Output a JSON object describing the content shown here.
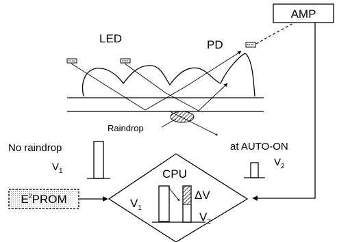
{
  "labels": {
    "led": "LED",
    "pd": "PD",
    "amp": "AMP",
    "raindrop": "Raindrop",
    "no_raindrop": "No raindrop",
    "v1_main": "V",
    "v1_sub": "1",
    "auto_on": "at AUTO-ON",
    "v2_main": "V",
    "v2_sub": "2",
    "cpu": "CPU",
    "delta_v": "ΔV",
    "eeprom_prefix": "E",
    "eeprom_sup": "2",
    "eeprom_suffix": "PROM",
    "cpu_v1_main": "V",
    "cpu_v1_sub": "1",
    "cpu_v2_main": "V",
    "cpu_v2_sub": "2"
  }
}
